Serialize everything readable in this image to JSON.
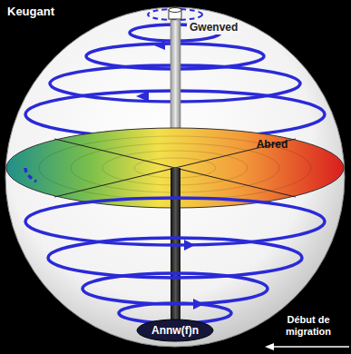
{
  "diagram": {
    "nodes": [
      {
        "text": [
          "Annw(f)n"
        ]
      }
    ],
    "labels": [
      "Keugant",
      "Gwenved",
      "Abred",
      "Début de migration"
    ]
  }
}
